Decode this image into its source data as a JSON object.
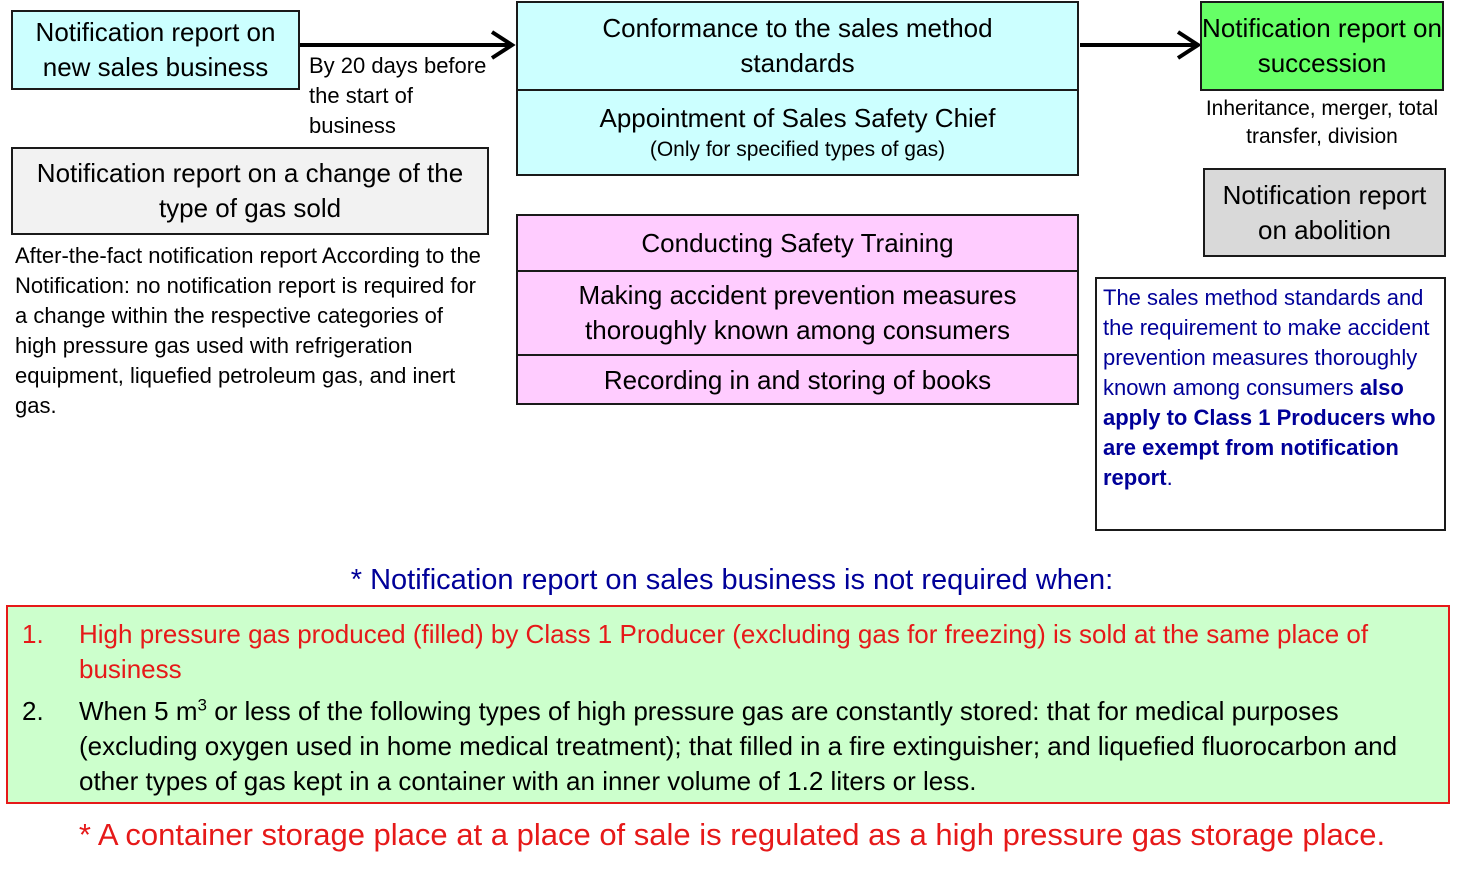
{
  "flow": {
    "new_business": "Notification report on new sales business",
    "deadline_note": "By 20 days before the start of business",
    "change_of_type": "Notification report on a change of the type of gas sold",
    "change_note": "After-the-fact notification report According to the Notification: no notification report is required for a change within the respective categories of high pressure gas used with refrigeration equipment, liquefied petroleum gas, and inert gas.",
    "conformance": "Conformance to the sales method standards",
    "safety_chief": "Appointment of Sales Safety Chief",
    "safety_chief_note": "(Only for specified types of gas)",
    "training": "Conducting Safety Training",
    "accident_prevention": "Making accident prevention measures thoroughly known among consumers",
    "books": "Recording in and storing of books",
    "succession": "Notification report on succession",
    "succession_note": "Inheritance, merger, total transfer, division",
    "abolition": "Notification report on abolition",
    "class1_note_part1": "The sales method standards and the requirement to make accident prevention measures thoroughly known among consumers",
    "class1_note_bold": "also apply to Class 1 Producers who are exempt from notification report",
    "class1_note_end": "."
  },
  "exemptions": {
    "title": "* Notification report on sales business is not required when:",
    "items": [
      {
        "number": "1.",
        "text": "High pressure gas produced (filled) by Class 1 Producer (excluding gas for freezing) is sold at the same place of business"
      },
      {
        "number": "2.",
        "text_before": "When 5 m",
        "superscript": "3",
        "text_after": " or less of the following types of high pressure gas are constantly stored: that for medical purposes (excluding oxygen used in home medical treatment); that filled in a fire extinguisher; and liquefied fluorocarbon and other types of gas kept in a container with an inner volume of 1.2 liters or less."
      }
    ]
  },
  "footer": "* A container storage place at a place of sale is regulated as a high pressure gas storage place.",
  "colors": {
    "cyan_box": "#ccffff",
    "green_box": "#66ff66",
    "pink_box": "#ffccff",
    "exempt_bg": "#ccffcc",
    "red_text": "#e61919",
    "blue_text": "#000099"
  }
}
